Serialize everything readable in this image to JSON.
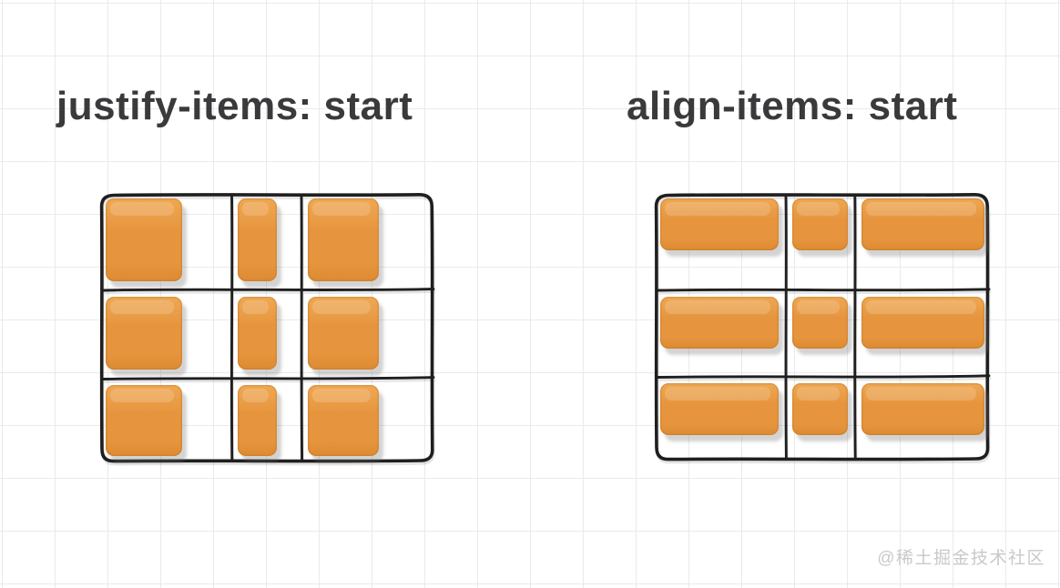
{
  "colors": {
    "title_text": "#3a3a3c",
    "grid_stroke": "#1f1f1f",
    "item_orange": "#e6953e",
    "item_orange_light": "#efa853",
    "item_orange_dark": "#dd8b32",
    "bg_line": "#eaeaea",
    "watermark": "#c9c9c9"
  },
  "panels": [
    {
      "id": "justify-items",
      "title": "justify-items: start",
      "grid": {
        "rows": 3,
        "cols": 3,
        "item_count": 9
      }
    },
    {
      "id": "align-items",
      "title": "align-items: start",
      "grid": {
        "rows": 3,
        "cols": 3,
        "item_count": 9
      }
    }
  ],
  "watermark": {
    "text": "@稀土掘金技术社区"
  }
}
